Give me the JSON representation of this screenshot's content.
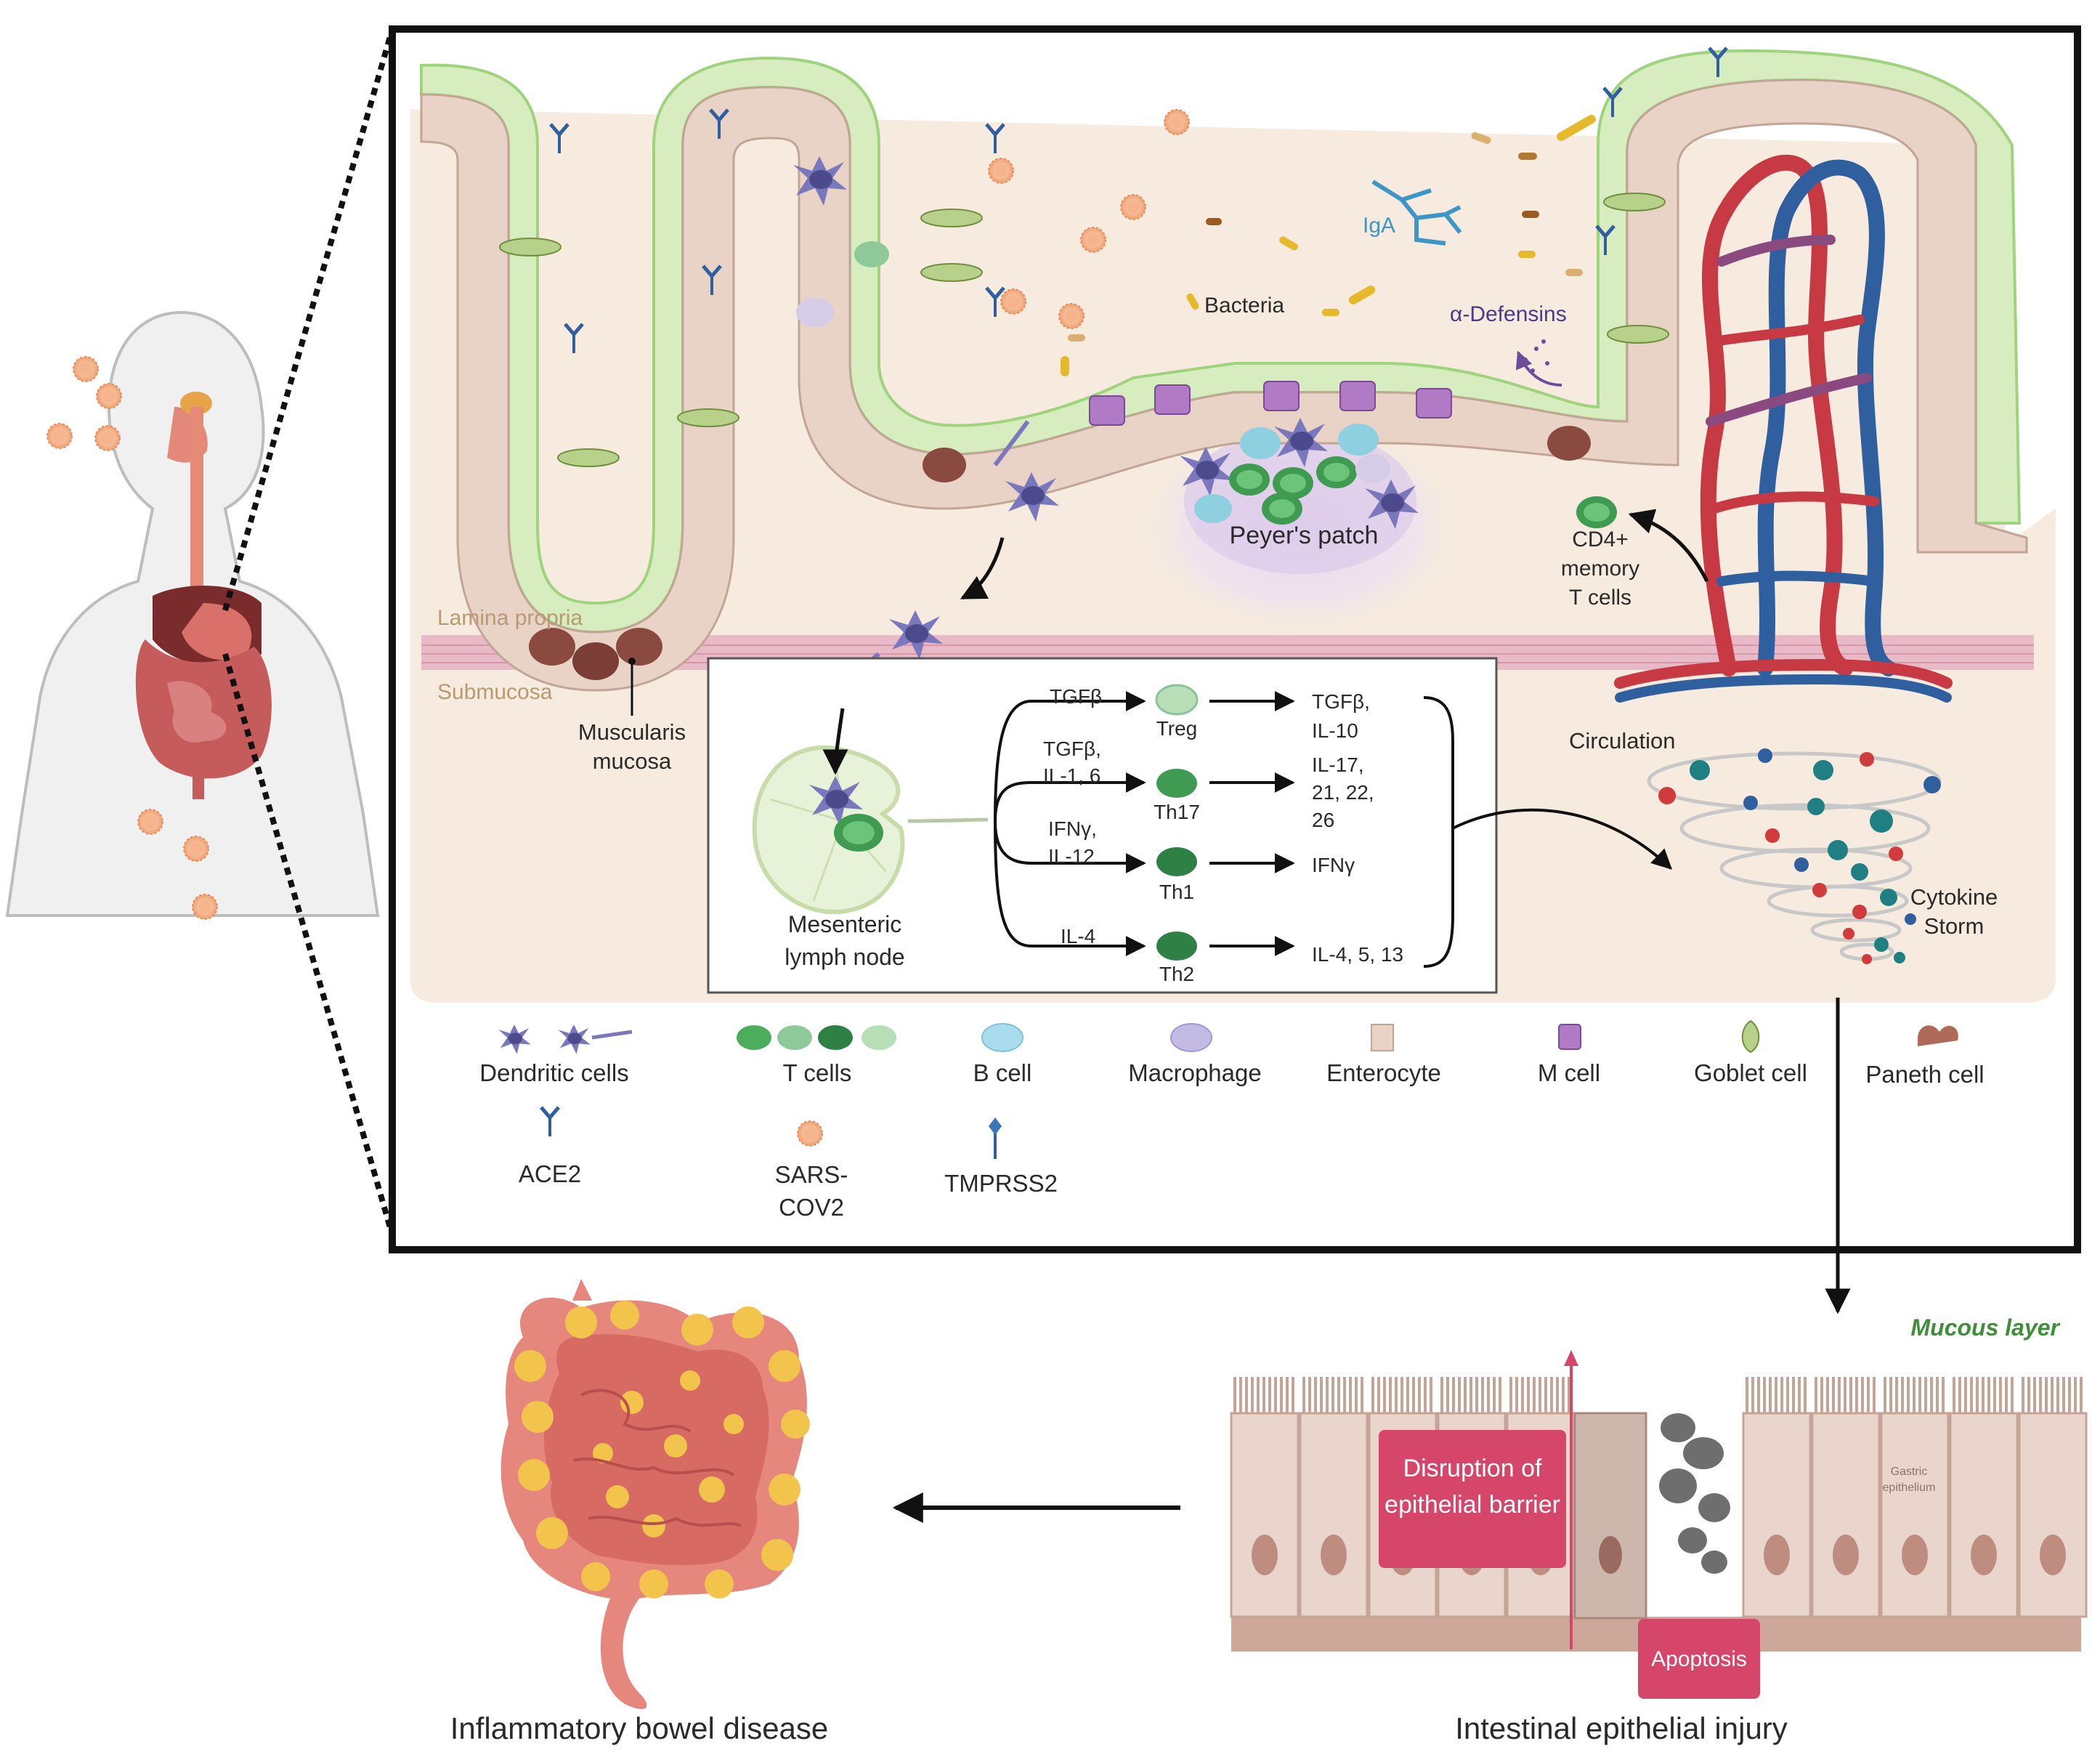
{
  "labels": {
    "bacteria": "Bacteria",
    "iga": "IgA",
    "defensins": "α-Defensins",
    "peyers_patch": "Peyer's patch",
    "cd4_line1": "CD4+",
    "cd4_line2": "memory",
    "cd4_line3": "T cells",
    "lamina_propria": "Lamina propria",
    "submucosa": "Submucosa",
    "muscularis_line1": "Muscularis",
    "muscularis_line2": "mucosa",
    "circulation": "Circulation",
    "cytokine_line1": "Cytokine",
    "cytokine_line2": "Storm",
    "lymph_line1": "Mesenteric",
    "lymph_line2": "lymph node",
    "ibd": "Inflammatory bowel disease",
    "epithelial_injury": "Intestinal epithelial injury",
    "mucous_layer": "Mucous layer",
    "disruption_line1": "Disruption of",
    "disruption_line2": "epithelial barrier",
    "apoptosis": "Apoptosis",
    "gastric_line1": "Gastric",
    "gastric_line2": "epithelium"
  },
  "differentiation": [
    {
      "input": [
        "TGFβ"
      ],
      "cell": "Treg",
      "output": [
        "TGFβ,",
        "IL-10"
      ]
    },
    {
      "input": [
        "TGFβ,",
        "IL-1, 6"
      ],
      "cell": "Th17",
      "output": [
        "IL-17,",
        "21, 22,",
        "26"
      ]
    },
    {
      "input": [
        "IFNγ,",
        "IL-12"
      ],
      "cell": "Th1",
      "output": [
        "IFNγ"
      ]
    },
    {
      "input": [
        "IL-4"
      ],
      "cell": "Th2",
      "output": [
        "IL-4, 5, 13"
      ]
    }
  ],
  "legend": [
    {
      "label": "Dendritic cells",
      "icon": "dendritic-cell-icon"
    },
    {
      "label": "T cells",
      "icon": "t-cell-icon"
    },
    {
      "label": "B cell",
      "icon": "b-cell-icon"
    },
    {
      "label": "Macrophage",
      "icon": "macrophage-icon"
    },
    {
      "label": "Enterocyte",
      "icon": "enterocyte-icon"
    },
    {
      "label": "M cell",
      "icon": "m-cell-icon"
    },
    {
      "label": "Goblet cell",
      "icon": "goblet-cell-icon"
    },
    {
      "label": "Paneth cell",
      "icon": "paneth-cell-icon"
    },
    {
      "label": "ACE2",
      "icon": "ace2-receptor-icon"
    },
    {
      "label": [
        "SARS-",
        "COV2"
      ],
      "icon": "virus-icon"
    },
    {
      "label": "TMPRSS2",
      "icon": "tmprss2-icon"
    }
  ],
  "colors": {
    "tissue": "#f6ebde",
    "mucus": "#d7edbf",
    "epithelium": "#e9d2c6",
    "artery": "#c73a44",
    "vein": "#2f5f9e",
    "dendritic": "#6d6ab0",
    "tcell": "#4cae5c",
    "virus": "#f0a070",
    "alert": "#d6456a",
    "mucous_text": "#3f8f3a"
  }
}
